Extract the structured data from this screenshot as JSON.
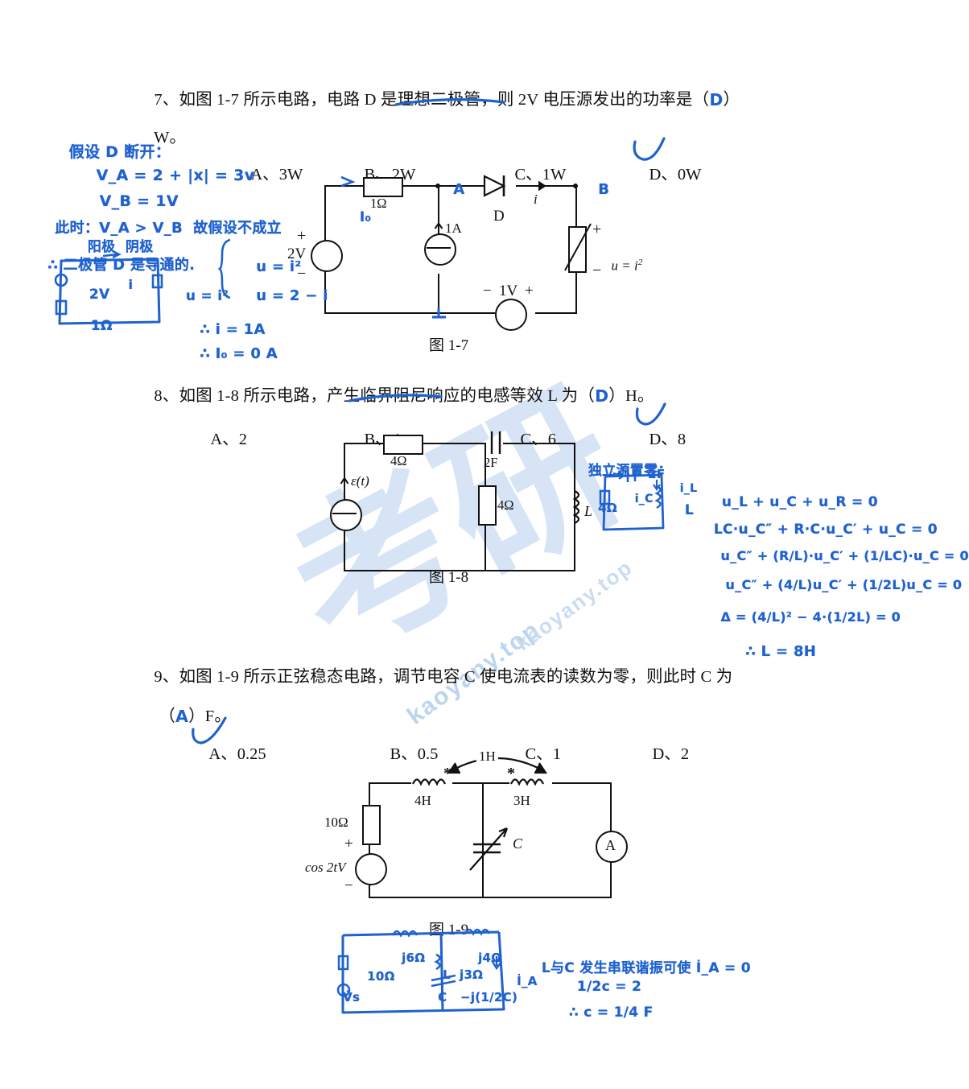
{
  "page": {
    "watermarks": [
      {
        "text": "考研",
        "kind": "big"
      },
      {
        "text": "kaoyany.top",
        "kind": "text"
      },
      {
        "text": "kaoyany.top",
        "kind": "text2"
      }
    ]
  },
  "q7": {
    "stem_line1": "7、如图 1-7 所示电路，电路 D 是理想二极管，则 2V 电压源发出的功率是（",
    "stem_answer": "D",
    "stem_close": "）",
    "stem_line2": "W。",
    "options": [
      {
        "key": "A、",
        "value": "3W"
      },
      {
        "key": "B、",
        "value": "2W"
      },
      {
        "key": "C、",
        "value": "1W"
      },
      {
        "key": "D、",
        "value": "0W"
      }
    ],
    "figure_caption": "图 1-7",
    "labels": {
      "source": "2V",
      "plus": "+",
      "minus": "−",
      "r1": "1Ω",
      "node_a": "A",
      "node_b": "B",
      "cs": "1A",
      "diode": "D",
      "current_i": "i",
      "nl_res": "u = i",
      "nl_exp": "2",
      "nl_plus": "+",
      "nl_minus": "−",
      "v1_minus": "−",
      "v1": "1V",
      "v1_plus": "+",
      "io": "I₀"
    },
    "handwriting": [
      "假设 D 断开：",
      "V_A = 2 + |x| = 3v",
      "V_B = 1V",
      "此时：V_A > V_B  故假设不成立",
      "阳极  阴极",
      "∴ 二极管 D 是导通的.",
      "2V",
      "1Ω",
      "u = i²",
      "u = i²",
      "u = 2 − i",
      "∴ i = 1A",
      "∴ I₀ = 0 A",
      "i"
    ]
  },
  "q8": {
    "stem": "8、如图 1-8 所示电路，产生临界阻尼响应的电感等效 L 为（",
    "stem_answer": "D",
    "stem_close": "）H。",
    "options": [
      {
        "key": "A、",
        "value": "2"
      },
      {
        "key": "B、",
        "value": "4"
      },
      {
        "key": "C、",
        "value": "6"
      },
      {
        "key": "D、",
        "value": "8"
      }
    ],
    "figure_caption": "图 1-8",
    "labels": {
      "source": "ε(t)",
      "r1": "4Ω",
      "r2": "4Ω",
      "cap": "2F",
      "ind": "L"
    },
    "handwriting": [
      "独立源置零：",
      "2F",
      "i_C",
      "i_L",
      "L",
      "4Ω",
      "u_L + u_C + u_R = 0",
      "LC·u_C″ + R·C·u_C′ + u_C = 0",
      "u_C″ + (R/L)·u_C′ + (1/LC)·u_C = 0",
      "u_C″ + (4/L)u_C′ + (1/2L)u_C = 0",
      "Δ = (4/L)² − 4·(1/2L) = 0",
      "∴ L = 8H"
    ]
  },
  "q9": {
    "stem_line1": "9、如图 1-9 所示正弦稳态电路，调节电容 C 使电流表的读数为零，则此时 C 为",
    "stem_line2_open": "（",
    "stem_answer": "A",
    "stem_line2_close": "）F。",
    "options": [
      {
        "key": "A、",
        "value": "0.25"
      },
      {
        "key": "B、",
        "value": "0.5"
      },
      {
        "key": "C、",
        "value": "1"
      },
      {
        "key": "D、",
        "value": "2"
      }
    ],
    "figure_caption": "图 1-9",
    "labels": {
      "mutual": "1H",
      "l1": "4H",
      "l2": "3H",
      "dot1": "*",
      "dot2": "*",
      "r": "10Ω",
      "src": "cos 2tV",
      "plus": "+",
      "minus": "−",
      "cap": "C",
      "ammeter": "A"
    },
    "handwriting": [
      "j6Ω",
      "j4Ω",
      "10Ω",
      "L  j3Ω",
      "C   −j(1/2C)",
      "V̇s",
      "İ_A",
      "L与C 发生串联谐振可使 İ_A = 0",
      "1/2c = 2",
      "∴ c = 1/4 F"
    ]
  }
}
